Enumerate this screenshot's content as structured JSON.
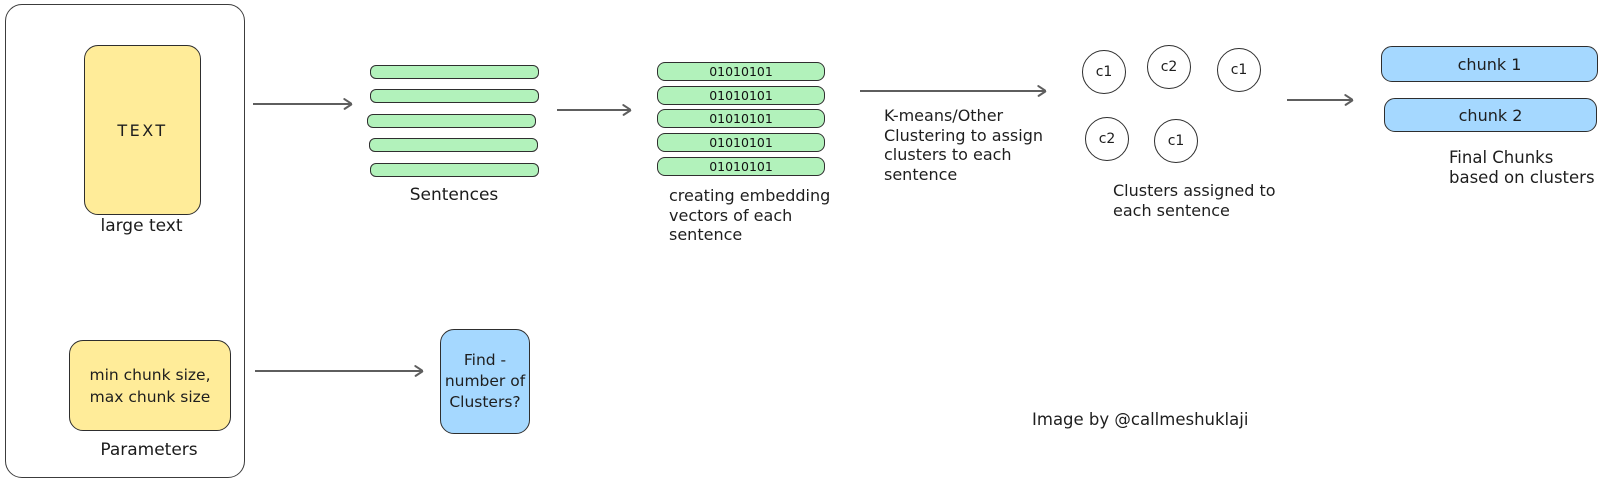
{
  "colors": {
    "yellow_fill": "#ffec99",
    "green_fill": "#b2f2bb",
    "blue_fill": "#a5d8ff",
    "shape_stroke": "#2e2e2e",
    "arrow_stroke": "#5e5e5e",
    "background": "#ffffff"
  },
  "source": {
    "text_box_label": "TEXT",
    "text_caption": "large text",
    "params_line1": "min chunk size,",
    "params_line2": "max chunk size",
    "params_caption": "Parameters"
  },
  "sentences": {
    "caption": "Sentences",
    "bar_count": 5
  },
  "embeddings": {
    "vector": "01010101",
    "caption_line1": "creating embedding",
    "caption_line2": "vectors of each",
    "caption_line3": "sentence"
  },
  "kmeans": {
    "line1": "K-means/Other",
    "line2": "Clustering to assign",
    "line3": "clusters to each",
    "line4": "sentence"
  },
  "clusters": {
    "labels": [
      "c1",
      "c2",
      "c1",
      "c2",
      "c1"
    ],
    "caption_line1": "Clusters assigned to",
    "caption_line2": "each sentence"
  },
  "chunks": {
    "chunk1": "chunk 1",
    "chunk2": "chunk 2",
    "caption_line1": "Final Chunks",
    "caption_line2": "based on clusters"
  },
  "find": {
    "line1": "Find -",
    "line2": "number of",
    "line3": "Clusters?"
  },
  "credit": "Image by @callmeshuklaji"
}
